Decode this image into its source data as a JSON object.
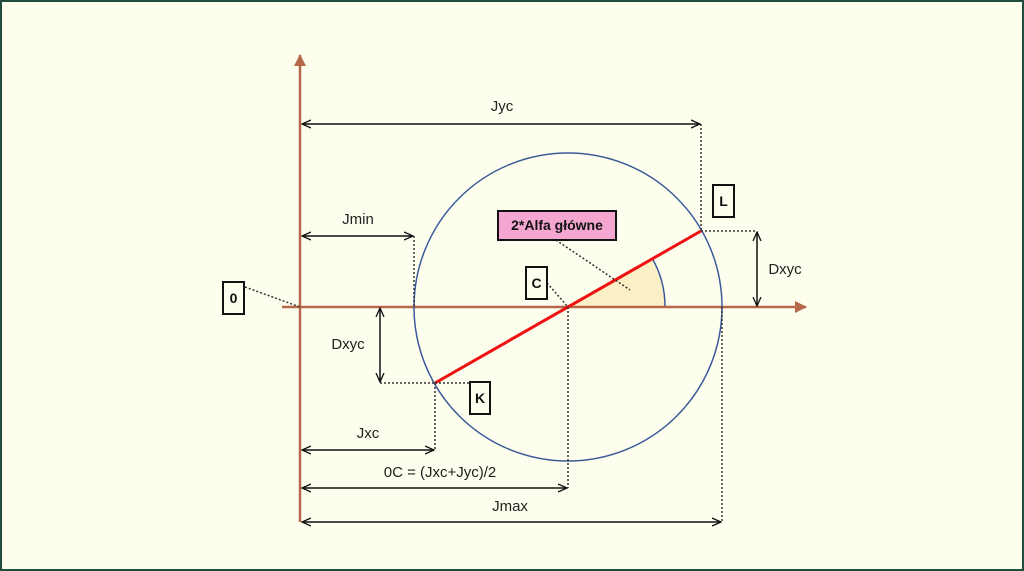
{
  "labels": {
    "jyc": "Jyc",
    "jmin": "Jmin",
    "dxyc_right": "Dxyc",
    "dxyc_left": "Dxyc",
    "jxc": "Jxc",
    "oc": "0C = (Jxc+Jyc)/2",
    "jmax": "Jmax",
    "angle": "2*Alfa główne"
  },
  "points": {
    "origin": "0",
    "center": "C",
    "k": "K",
    "l": "L"
  },
  "colors": {
    "axis": "#b5694a",
    "circle": "#3a5a9a",
    "diameter": "#ee1111",
    "angle_fill": "#fbefc6",
    "angle_box": "#f4a6d0",
    "border": "#1f4e3d"
  }
}
